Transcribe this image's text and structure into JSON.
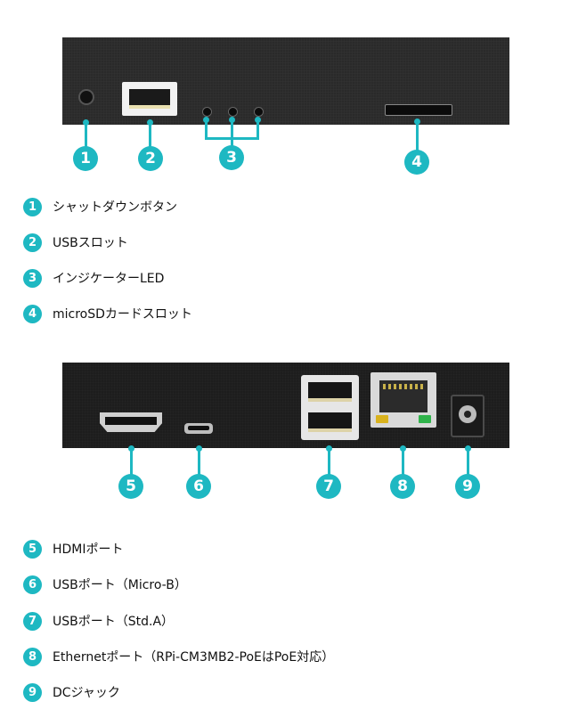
{
  "top_panel": {
    "markers": [
      "1",
      "2",
      "3",
      "4"
    ],
    "legend": [
      {
        "num": "1",
        "label": "シャットダウンボタン"
      },
      {
        "num": "2",
        "label": "USBスロット"
      },
      {
        "num": "3",
        "label": "インジケーターLED"
      },
      {
        "num": "4",
        "label": "microSDカードスロット"
      }
    ]
  },
  "bottom_panel": {
    "markers": [
      "5",
      "6",
      "7",
      "8",
      "9"
    ],
    "legend": [
      {
        "num": "5",
        "label": "HDMIポート"
      },
      {
        "num": "6",
        "label": "USBポート（Micro-B）"
      },
      {
        "num": "7",
        "label": "USBポート（Std.A）"
      },
      {
        "num": "8",
        "label": "Ethernetポート（RPi-CM3MB2-PoEはPoE対応）"
      },
      {
        "num": "9",
        "label": "DCジャック"
      }
    ]
  },
  "colors": {
    "accent": "#1eb8c2",
    "panel": "#2a2a2a"
  }
}
